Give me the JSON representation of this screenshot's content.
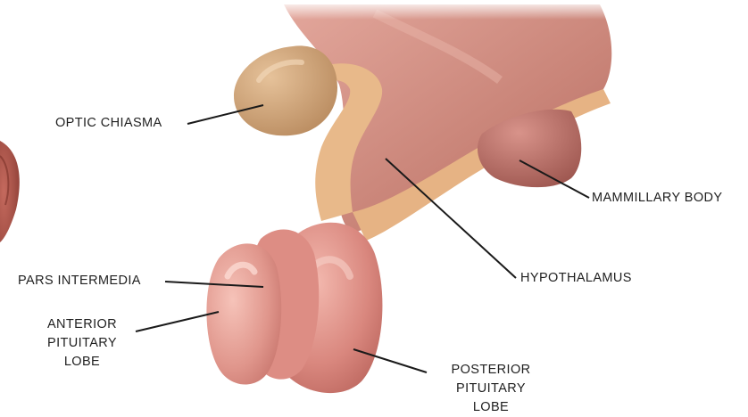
{
  "labels": {
    "optic_chiasma": "OPTIC CHIASMA",
    "mammillary_body": "MAMMILLARY BODY",
    "hypothalamus": "HYPOTHALAMUS",
    "pars_intermedia": "PARS INTERMEDIA",
    "anterior_lines": [
      "ANTERIOR",
      "PITUITARY",
      "LOBE"
    ],
    "posterior_lines": [
      "POSTERIOR",
      "PITUITARY",
      "LOBE"
    ]
  },
  "colors": {
    "hypothalamus": "#c98a80",
    "stalk": "#e6b888",
    "optic_chiasma": "#cda27a",
    "mammillary": "#b86f66",
    "anterior_lobe": "#e29a90",
    "posterior_lobe": "#d7827a",
    "leader": "#1a1a1a"
  }
}
